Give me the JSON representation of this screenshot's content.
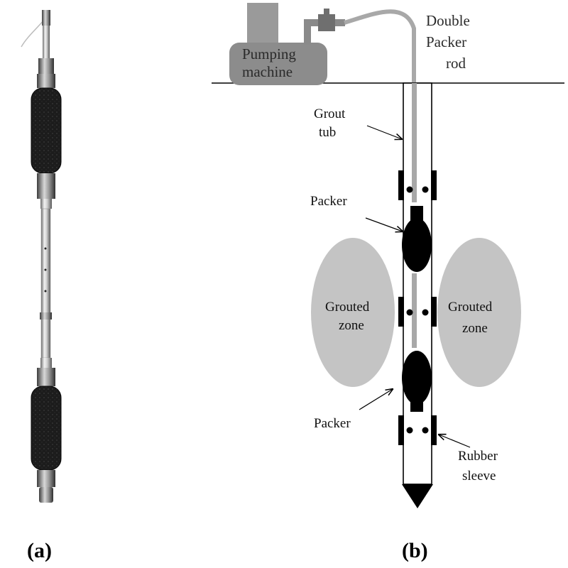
{
  "panel_a": {
    "caption": "(a)"
  },
  "panel_b": {
    "caption": "(b)",
    "labels": {
      "pumping_machine_line1": "Pumping",
      "pumping_machine_line2": "machine",
      "double_packer_rod_line1": "Double",
      "double_packer_rod_line2": "Packer",
      "double_packer_rod_line3": "rod",
      "grout_tub_line1": "Grout",
      "grout_tub_line2": "tub",
      "packer_top": "Packer",
      "packer_bottom": "Packer",
      "grouted_zone_left_line1": "Grouted",
      "grouted_zone_left_line2": "zone",
      "grouted_zone_right_line1": "Grouted",
      "grouted_zone_right_line2": "zone",
      "rubber_sleeve_line1": "Rubber",
      "rubber_sleeve_line2": "sleeve"
    }
  },
  "colors": {
    "grouted_zone": "#c4c4c4",
    "machine": "#8c8c8c",
    "packer": "#000000",
    "tube_outline": "#000000",
    "grout_pipe": "#a8a8a8"
  }
}
